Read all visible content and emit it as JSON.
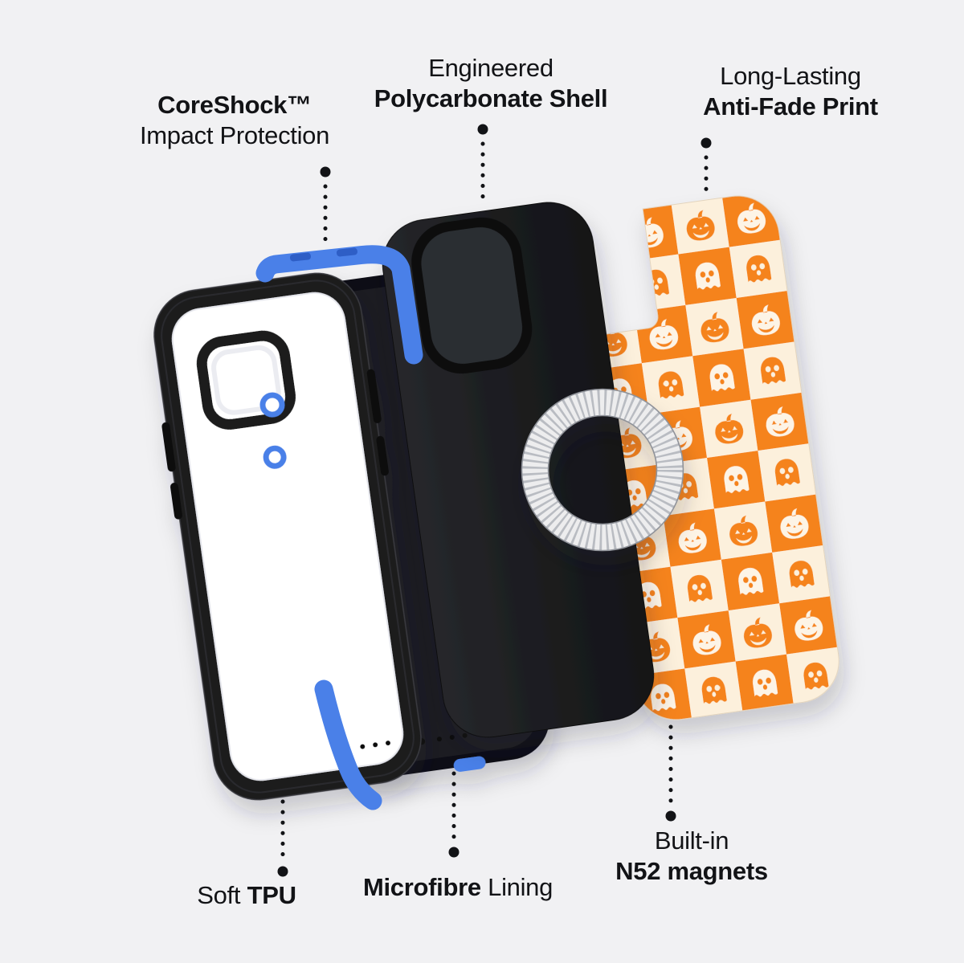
{
  "colors": {
    "background": "#f1f1f3",
    "text": "#121316",
    "accent_blue": "#4a80e8",
    "accent_blue_dark": "#2e5ec6",
    "frame_black": "#1b1c1e",
    "lining_black": "#101114",
    "shell_black": "#1d1e21",
    "print_orange": "#f5831f",
    "print_cream": "#fcf0dc",
    "motif_cream": "#fdf4e6"
  },
  "callouts": {
    "coreshock": {
      "title": "CoreShock™",
      "subtitle": "Impact Protection"
    },
    "polycarbonate": {
      "intro": "Engineered",
      "title": "Polycarbonate Shell"
    },
    "antifade": {
      "intro": "Long-Lasting",
      "title": "Anti-Fade Print"
    },
    "tpu": {
      "intro": "Soft",
      "title": "TPU"
    },
    "microfibre": {
      "title": "Microfibre",
      "outro": "Lining"
    },
    "magnets": {
      "intro": "Built-in",
      "title": "N52 magnets"
    }
  },
  "illustration": {
    "parts": [
      "anti-fade-print-layer",
      "microfibre-lining-layer",
      "polycarbonate-shell-layer",
      "magsafe-magnet-ring",
      "clear-tpu-frame-layer",
      "tpu-rail-top",
      "tpu-rail-bottom"
    ],
    "print_motifs": [
      "ghost",
      "pumpkin"
    ]
  }
}
